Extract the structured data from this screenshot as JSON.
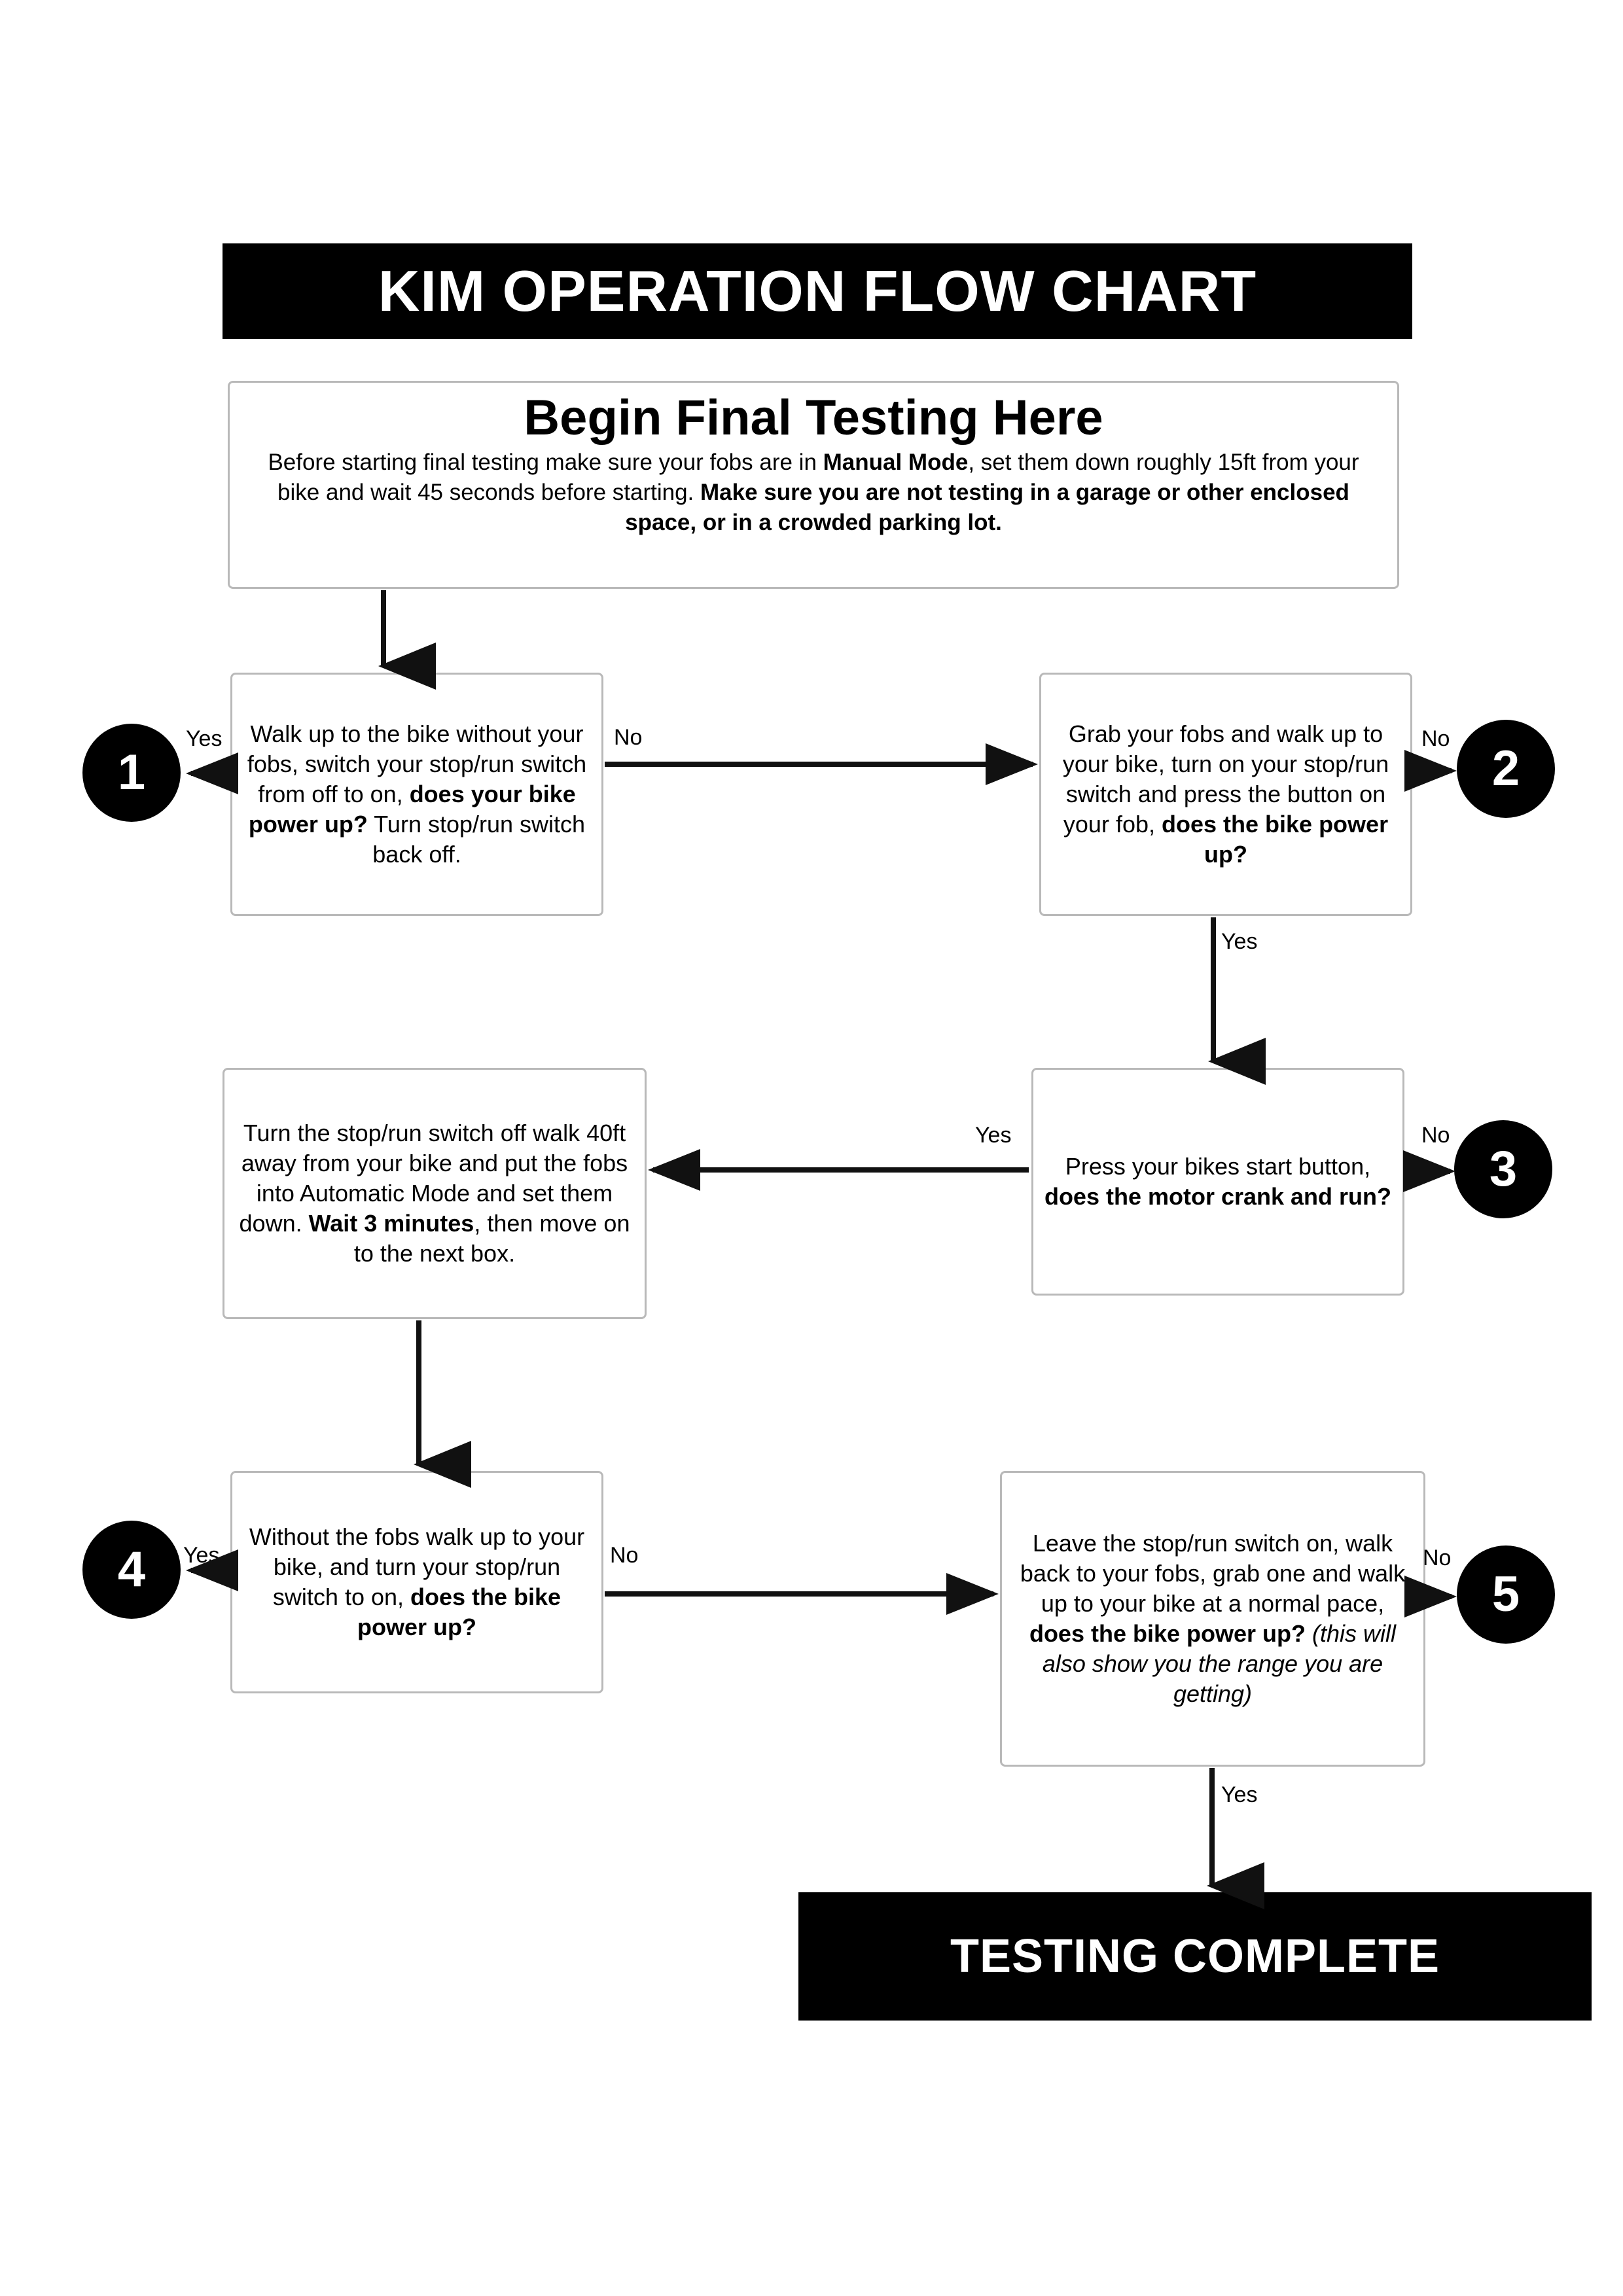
{
  "header": {
    "title": "KIM OPERATION FLOW CHART"
  },
  "intro": {
    "heading": "Begin Final Testing Here",
    "line1_a": "Before starting final testing make sure your fobs are in ",
    "line1_b": "Manual Mode",
    "line1_c": ", set them down roughly 15ft from your bike and wait 45 seconds before starting. ",
    "line1_d": "Make sure you are not testing in a garage or other enclosed space, or in a crowded parking lot."
  },
  "boxes": {
    "box1": {
      "id": "1",
      "text_plain_1": "Walk up to the bike without your fobs, switch your stop/run switch from off to on, ",
      "text_bold_1": "does your bike power up?",
      "text_plain_2": " Turn stop/run switch back off."
    },
    "box2": {
      "id": "2",
      "text_plain_1": "Grab your fobs and walk up to your bike, turn on your stop/run switch and press the button on your fob, ",
      "text_bold_1": "does the bike power up?",
      "text_plain_2": ""
    },
    "box_wait": {
      "text_plain_1": "Turn the stop/run switch off walk 40ft away from your bike and put the fobs into Automatic Mode and set them down. ",
      "text_bold_1": "Wait 3 minutes",
      "text_plain_2": ", then move on to the next box."
    },
    "box3": {
      "id": "3",
      "text_plain_1": "Press your bikes start button, ",
      "text_bold_1": "does the motor crank and run?",
      "text_plain_2": ""
    },
    "box4": {
      "id": "4",
      "text_plain_1": "Without the fobs walk up to your bike, and turn your stop/run switch to on, ",
      "text_bold_1": "does the bike power up?",
      "text_plain_2": ""
    },
    "box5": {
      "id": "5",
      "text_plain_1": "Leave the stop/run switch on, walk back to your fobs, grab one and walk up to your bike at a normal pace, ",
      "text_bold_1": "does the bike power up?",
      "text_italic_1": " (this will also show you the range you are getting)"
    }
  },
  "edge_labels": {
    "yes_1": "Yes",
    "no_1": "No",
    "no_2": "No",
    "yes_2": "Yes",
    "yes_3": "Yes",
    "no_3": "No",
    "yes_4": "Yes",
    "no_4": "No",
    "no_5": "No",
    "yes_5": "Yes"
  },
  "terminal": {
    "label": "TESTING COMPLETE"
  },
  "colors": {
    "banner_background": "#000000",
    "banner_text": "#ffffff",
    "box_border": "#b9b9b9",
    "page_background": "#ffffff",
    "connector": "#111111"
  },
  "chart_data": {
    "type": "flowchart",
    "title": "KIM OPERATION FLOW CHART",
    "orientation": "top-to-bottom, serpentine",
    "nodes": [
      {
        "key": "intro",
        "shape": "rounded-rect",
        "label": "Begin Final Testing Here"
      },
      {
        "key": "box1",
        "shape": "rounded-rect",
        "label": "Walk up to the bike without your fobs, switch your stop/run switch from off to on, does your bike power up? Turn stop/run switch back off."
      },
      {
        "key": "box2",
        "shape": "rounded-rect",
        "label": "Grab your fobs and walk up to your bike, turn on your stop/run switch and press the button on your fob, does the bike power up?"
      },
      {
        "key": "box3",
        "shape": "rounded-rect",
        "label": "Press your bikes start button, does the motor crank and run?"
      },
      {
        "key": "box_wait",
        "shape": "rounded-rect",
        "label": "Turn the stop/run switch off walk 40ft away from your bike and put the fobs into Automatic Mode and set them down. Wait 3 minutes, then move on to the next box."
      },
      {
        "key": "box4",
        "shape": "rounded-rect",
        "label": "Without the fobs walk up to your bike, and turn your stop/run switch to on, does the bike power up?"
      },
      {
        "key": "box5",
        "shape": "rounded-rect",
        "label": "Leave the stop/run switch on, walk back to your fobs, grab one and walk up to your bike at a normal pace, does the bike power up? (this will also show you the range you are getting)"
      },
      {
        "key": "c1",
        "shape": "circle",
        "label": "1"
      },
      {
        "key": "c2",
        "shape": "circle",
        "label": "2"
      },
      {
        "key": "c3",
        "shape": "circle",
        "label": "3"
      },
      {
        "key": "c4",
        "shape": "circle",
        "label": "4"
      },
      {
        "key": "c5",
        "shape": "circle",
        "label": "5"
      },
      {
        "key": "end",
        "shape": "banner",
        "label": "TESTING COMPLETE"
      }
    ],
    "edges": [
      {
        "from": "intro",
        "to": "box1",
        "label": ""
      },
      {
        "from": "box1",
        "to": "c1",
        "label": "Yes"
      },
      {
        "from": "box1",
        "to": "box2",
        "label": "No"
      },
      {
        "from": "box2",
        "to": "c2",
        "label": "No"
      },
      {
        "from": "box2",
        "to": "box3",
        "label": "Yes"
      },
      {
        "from": "box3",
        "to": "c3",
        "label": "No"
      },
      {
        "from": "box3",
        "to": "box_wait",
        "label": "Yes"
      },
      {
        "from": "box_wait",
        "to": "box4",
        "label": ""
      },
      {
        "from": "box4",
        "to": "c4",
        "label": "Yes"
      },
      {
        "from": "box4",
        "to": "box5",
        "label": "No"
      },
      {
        "from": "box5",
        "to": "c5",
        "label": "No"
      },
      {
        "from": "box5",
        "to": "end",
        "label": "Yes"
      }
    ]
  }
}
